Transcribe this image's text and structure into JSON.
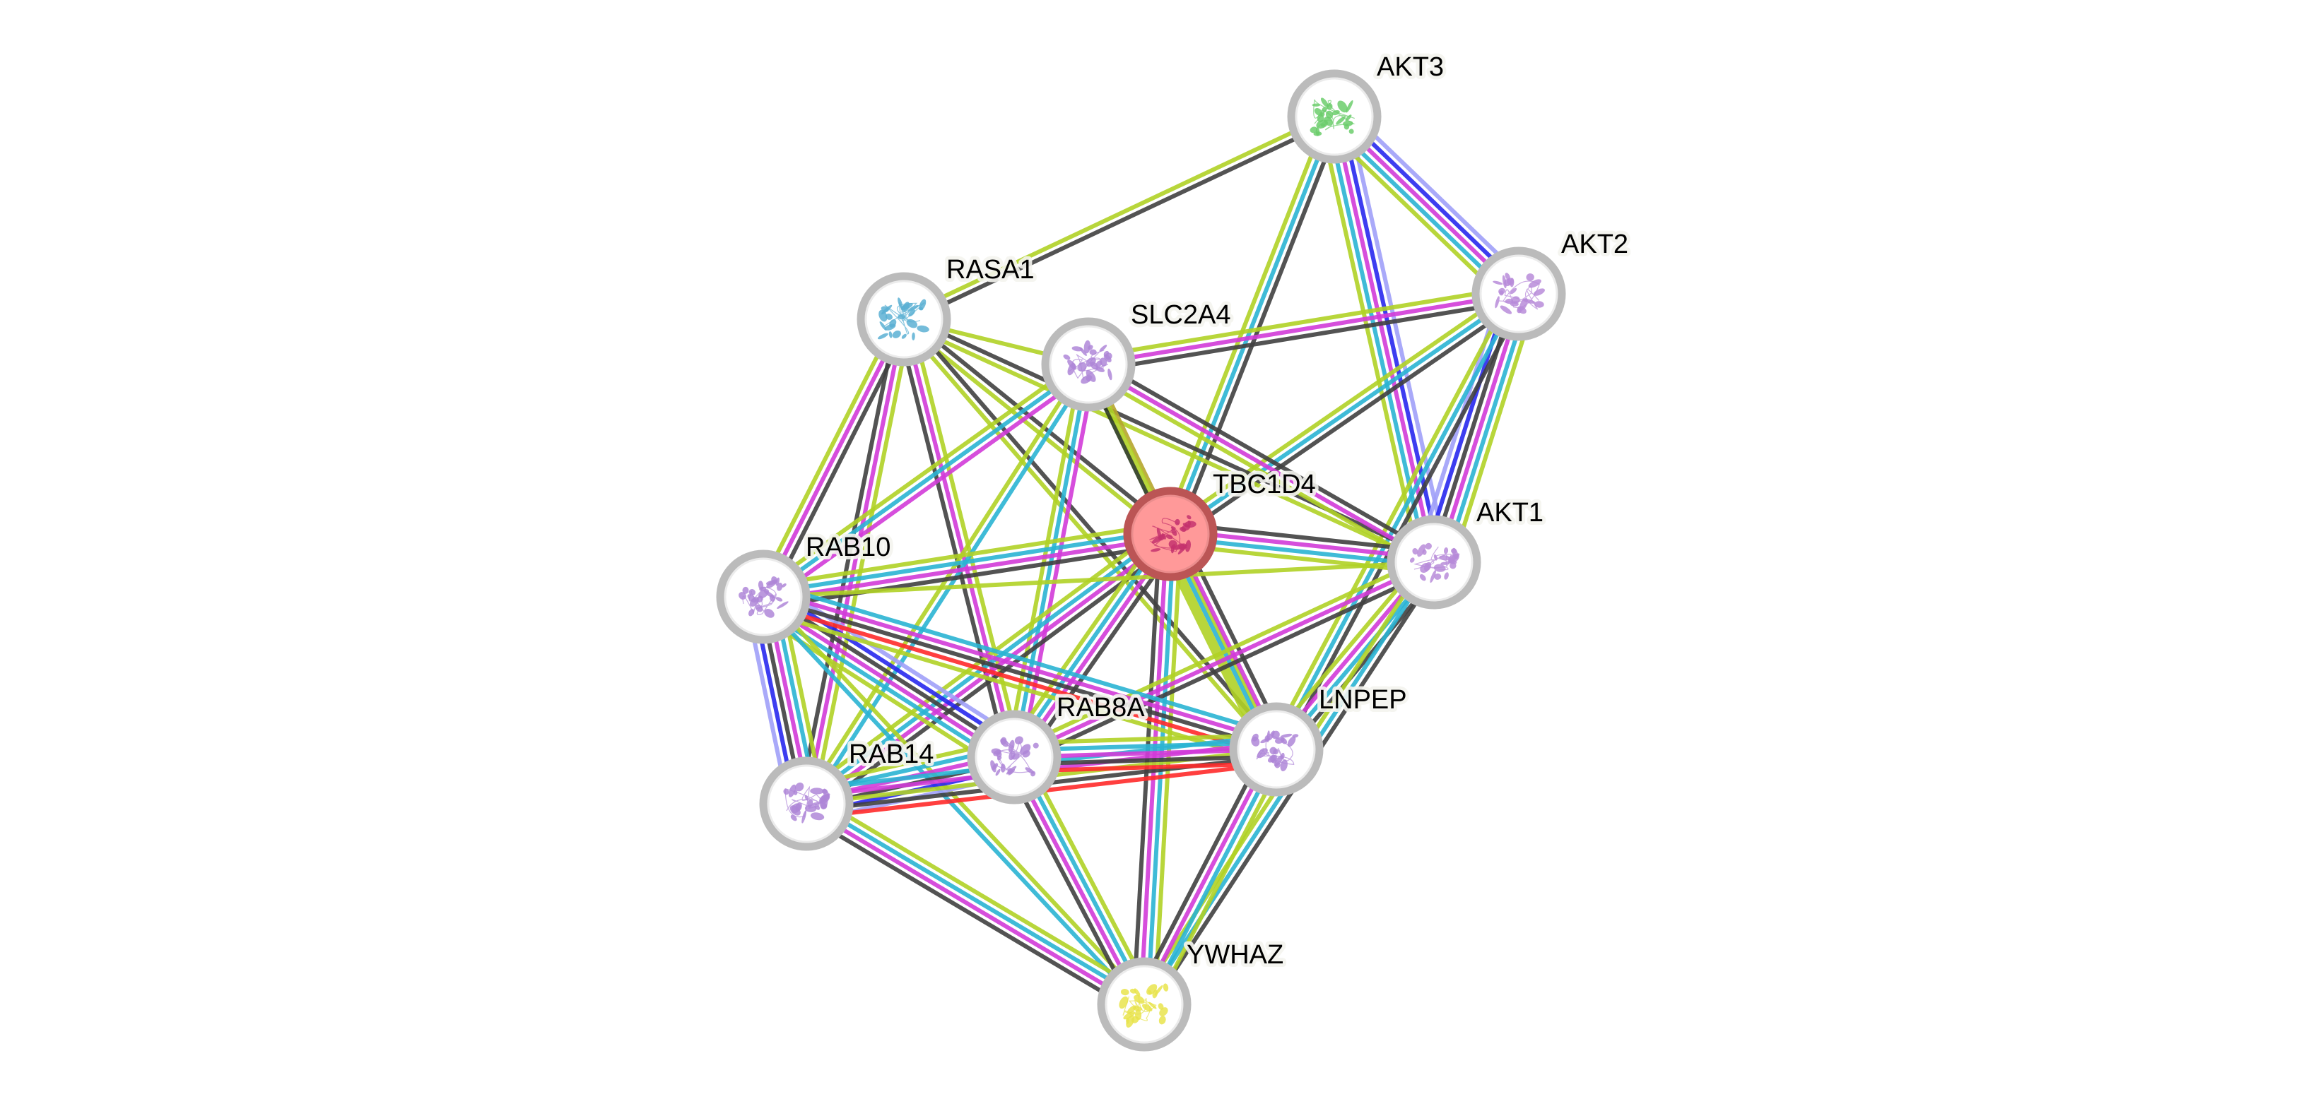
{
  "title": "Protein interaction network",
  "evidence_colors": {
    "known_curated": "#2ab4d3",
    "known_experimental": "#d23bd8",
    "predicted_neighborhood": "#2828ee",
    "predicted_cooccurrence": "#a0a0f8",
    "textmining": "#b0d126",
    "coexpression": "#404040",
    "gene_fusion": "#ff2a2a",
    "homology": "#b6a52c",
    "coexpression_dark": "#2b3a1e"
  },
  "nodes": [
    {
      "id": "AKT3",
      "label": "AKT3",
      "query": false,
      "structure_color": "#5cc85c"
    },
    {
      "id": "AKT2",
      "label": "AKT2",
      "query": false,
      "structure_color": "#b07fd6"
    },
    {
      "id": "RASA1",
      "label": "RASA1",
      "query": false,
      "structure_color": "#4aa8cf"
    },
    {
      "id": "SLC2A4",
      "label": "SLC2A4",
      "query": false,
      "structure_color": "#a77ad4"
    },
    {
      "id": "TBC1D4",
      "label": "TBC1D4",
      "query": true,
      "structure_color": "#c0286a"
    },
    {
      "id": "AKT1",
      "label": "AKT1",
      "query": false,
      "structure_color": "#b07fd6"
    },
    {
      "id": "RAB10",
      "label": "RAB10",
      "query": false,
      "structure_color": "#a77ad4"
    },
    {
      "id": "RAB8A",
      "label": "RAB8A",
      "query": false,
      "structure_color": "#a77ad4"
    },
    {
      "id": "LNPEP",
      "label": "LNPEP",
      "query": false,
      "structure_color": "#a77ad4"
    },
    {
      "id": "RAB14",
      "label": "RAB14",
      "query": false,
      "structure_color": "#a77ad4"
    },
    {
      "id": "YWHAZ",
      "label": "YWHAZ",
      "query": false,
      "structure_color": "#e6e03a"
    }
  ],
  "edges": [
    {
      "a": "AKT3",
      "b": "RASA1",
      "channels": [
        "coexpression",
        "textmining"
      ]
    },
    {
      "a": "AKT3",
      "b": "TBC1D4",
      "channels": [
        "coexpression",
        "known_curated",
        "textmining"
      ]
    },
    {
      "a": "AKT3",
      "b": "AKT1",
      "channels": [
        "predicted_cooccurrence",
        "predicted_neighborhood",
        "known_experimental",
        "known_curated",
        "textmining"
      ]
    },
    {
      "a": "AKT3",
      "b": "AKT2",
      "channels": [
        "predicted_cooccurrence",
        "predicted_neighborhood",
        "known_experimental",
        "known_curated",
        "textmining"
      ]
    },
    {
      "a": "AKT2",
      "b": "SLC2A4",
      "channels": [
        "coexpression",
        "known_experimental",
        "textmining"
      ]
    },
    {
      "a": "AKT2",
      "b": "TBC1D4",
      "channels": [
        "coexpression",
        "known_curated",
        "textmining"
      ]
    },
    {
      "a": "AKT2",
      "b": "AKT1",
      "channels": [
        "textmining",
        "known_curated",
        "known_experimental",
        "coexpression",
        "predicted_neighborhood",
        "predicted_cooccurrence"
      ]
    },
    {
      "a": "AKT2",
      "b": "LNPEP",
      "channels": [
        "coexpression",
        "known_curated",
        "textmining"
      ]
    },
    {
      "a": "RASA1",
      "b": "SLC2A4",
      "channels": [
        "textmining"
      ]
    },
    {
      "a": "RASA1",
      "b": "TBC1D4",
      "channels": [
        "coexpression",
        "textmining"
      ]
    },
    {
      "a": "RASA1",
      "b": "AKT1",
      "channels": [
        "coexpression",
        "textmining"
      ]
    },
    {
      "a": "RASA1",
      "b": "RAB10",
      "channels": [
        "coexpression",
        "known_experimental",
        "textmining"
      ]
    },
    {
      "a": "RASA1",
      "b": "RAB14",
      "channels": [
        "textmining",
        "known_experimental",
        "coexpression"
      ]
    },
    {
      "a": "RASA1",
      "b": "RAB8A",
      "channels": [
        "textmining",
        "known_experimental",
        "coexpression"
      ]
    },
    {
      "a": "RASA1",
      "b": "LNPEP",
      "channels": [
        "coexpression",
        "textmining"
      ]
    },
    {
      "a": "SLC2A4",
      "b": "TBC1D4",
      "channels": [
        "homology",
        "coexpression_dark"
      ]
    },
    {
      "a": "SLC2A4",
      "b": "AKT1",
      "channels": [
        "coexpression",
        "known_experimental",
        "textmining"
      ]
    },
    {
      "a": "SLC2A4",
      "b": "RAB10",
      "channels": [
        "known_experimental",
        "known_curated",
        "textmining"
      ]
    },
    {
      "a": "SLC2A4",
      "b": "RAB14",
      "channels": [
        "known_curated",
        "textmining"
      ]
    },
    {
      "a": "SLC2A4",
      "b": "RAB8A",
      "channels": [
        "known_experimental",
        "known_curated",
        "textmining"
      ]
    },
    {
      "a": "SLC2A4",
      "b": "LNPEP",
      "channels": [
        "textmining"
      ]
    },
    {
      "a": "TBC1D4",
      "b": "AKT1",
      "channels": [
        "coexpression",
        "known_experimental",
        "known_curated",
        "textmining"
      ]
    },
    {
      "a": "TBC1D4",
      "b": "RAB10",
      "channels": [
        "coexpression",
        "known_experimental",
        "known_curated",
        "textmining"
      ]
    },
    {
      "a": "TBC1D4",
      "b": "RAB14",
      "channels": [
        "coexpression",
        "known_experimental",
        "known_curated",
        "textmining"
      ]
    },
    {
      "a": "TBC1D4",
      "b": "RAB8A",
      "channels": [
        "coexpression",
        "known_experimental",
        "known_curated",
        "textmining"
      ]
    },
    {
      "a": "TBC1D4",
      "b": "LNPEP",
      "channels": [
        "coexpression",
        "known_experimental",
        "known_curated",
        "textmining_thick"
      ]
    },
    {
      "a": "TBC1D4",
      "b": "YWHAZ",
      "channels": [
        "textmining",
        "known_curated",
        "known_experimental",
        "coexpression"
      ]
    },
    {
      "a": "AKT1",
      "b": "RAB10",
      "channels": [
        "textmining"
      ]
    },
    {
      "a": "AKT1",
      "b": "RAB8A",
      "channels": [
        "coexpression",
        "known_experimental",
        "textmining"
      ]
    },
    {
      "a": "AKT1",
      "b": "LNPEP",
      "channels": [
        "coexpression",
        "known_curated",
        "known_experimental",
        "textmining"
      ]
    },
    {
      "a": "AKT1",
      "b": "YWHAZ",
      "channels": [
        "coexpression",
        "known_curated",
        "textmining"
      ]
    },
    {
      "a": "RAB10",
      "b": "RAB14",
      "channels": [
        "textmining",
        "known_curated",
        "known_experimental",
        "coexpression",
        "predicted_neighborhood",
        "predicted_cooccurrence"
      ]
    },
    {
      "a": "RAB10",
      "b": "RAB8A",
      "channels": [
        "predicted_cooccurrence",
        "predicted_neighborhood",
        "coexpression",
        "known_experimental",
        "known_curated",
        "textmining"
      ]
    },
    {
      "a": "RAB10",
      "b": "LNPEP",
      "channels": [
        "known_curated",
        "known_experimental",
        "coexpression",
        "gene_fusion",
        "textmining"
      ]
    },
    {
      "a": "RAB10",
      "b": "YWHAZ",
      "channels": [
        "textmining",
        "known_curated"
      ]
    },
    {
      "a": "RAB14",
      "b": "RAB8A",
      "channels": [
        "textmining",
        "known_curated",
        "known_experimental",
        "coexpression",
        "predicted_neighborhood",
        "predicted_cooccurrence"
      ]
    },
    {
      "a": "RAB14",
      "b": "LNPEP",
      "channels": [
        "known_curated",
        "known_experimental",
        "textmining",
        "coexpression",
        "gene_fusion"
      ]
    },
    {
      "a": "RAB14",
      "b": "YWHAZ",
      "channels": [
        "textmining",
        "known_curated",
        "known_experimental",
        "coexpression"
      ]
    },
    {
      "a": "RAB8A",
      "b": "LNPEP",
      "channels": [
        "textmining",
        "known_curated",
        "known_experimental",
        "coexpression",
        "gene_fusion"
      ]
    },
    {
      "a": "RAB8A",
      "b": "YWHAZ",
      "channels": [
        "textmining",
        "known_curated",
        "known_experimental",
        "coexpression"
      ]
    },
    {
      "a": "LNPEP",
      "b": "YWHAZ",
      "channels": [
        "textmining",
        "known_curated",
        "known_experimental",
        "coexpression"
      ]
    }
  ]
}
